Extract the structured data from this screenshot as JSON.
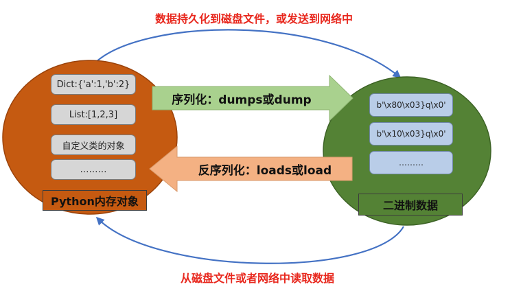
{
  "captions": {
    "top": "数据持久化到磁盘文件，或发送到网络中",
    "bottom": "从磁盘文件或者网络中读取数据"
  },
  "python_objects": {
    "label": "Python内存对象",
    "items": [
      "Dict:{'a':1,'b':2}",
      "List:[1,2,3]",
      "自定义类的对象",
      "………"
    ]
  },
  "binary_data": {
    "label": "二进制数据",
    "items": [
      "b'\\x80\\x03}q\\x0'",
      "b'\\x10\\x03}q\\x0'",
      "………"
    ]
  },
  "arrows": {
    "serialize": "序列化：dumps或dump",
    "deserialize": "反序列化：loads或load"
  },
  "colors": {
    "left_circle": "#c55a11",
    "right_circle": "#548235",
    "serialize_arrow": "#a9d18e",
    "deserialize_arrow": "#f4b183",
    "cycle_arrows": "#4472c4",
    "caption_text": "#e8281e"
  }
}
